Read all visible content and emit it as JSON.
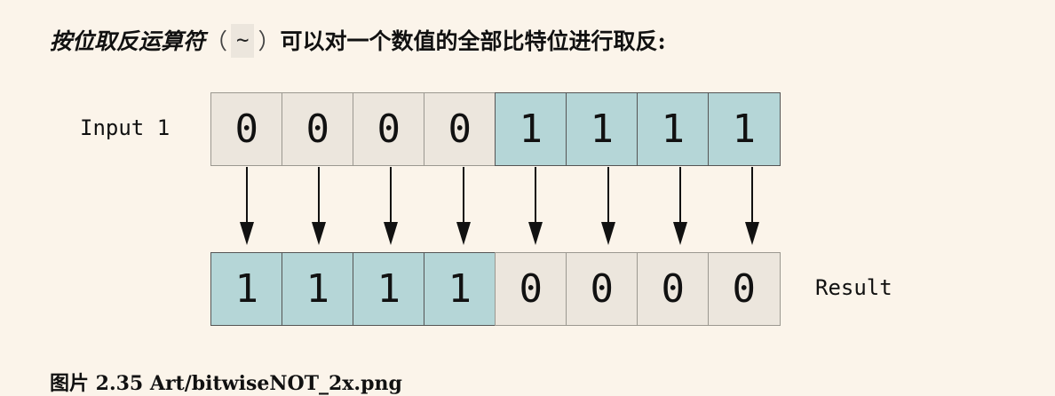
{
  "intro": {
    "term": "按位取反运算符",
    "paren_open": "（",
    "operator": "~",
    "paren_close": "）",
    "rest": "可以对一个数值的全部比特位进行取反:"
  },
  "diagram": {
    "input_label": "Input 1",
    "result_label": "Result",
    "input_bits": [
      "0",
      "0",
      "0",
      "0",
      "1",
      "1",
      "1",
      "1"
    ],
    "result_bits": [
      "1",
      "1",
      "1",
      "1",
      "0",
      "0",
      "0",
      "0"
    ],
    "colors": {
      "bit_zero_fill": "#ece6dd",
      "bit_one_fill": "#b5d6d7",
      "background": "#fbf4ea"
    },
    "connector_icon": "arrow-down-icon"
  },
  "caption": "图片 2.35 Art/bitwiseNOT_2x.png"
}
